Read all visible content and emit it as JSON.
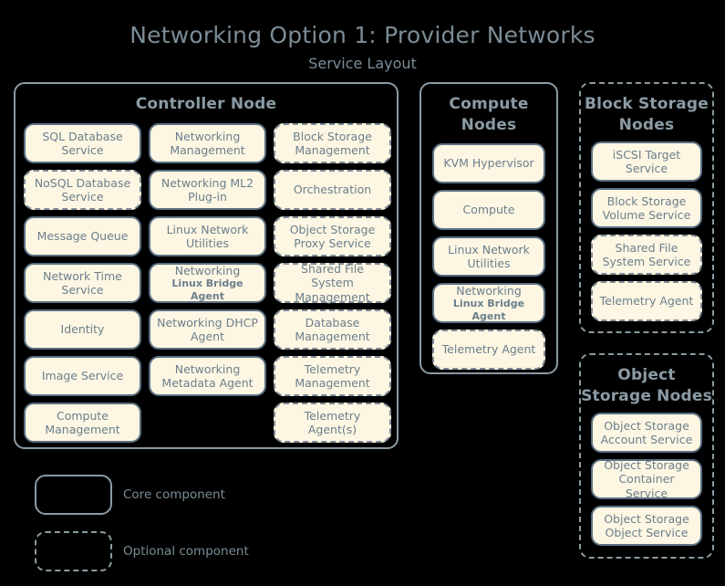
{
  "header": {
    "title": "Networking Option 1: Provider Networks",
    "subtitle": "Service Layout"
  },
  "nodes": {
    "controller": {
      "title": "Controller Node",
      "style": "core",
      "columns": [
        [
          {
            "label": "SQL Database Service",
            "style": "core"
          },
          {
            "label": "NoSQL Database Service",
            "style": "optional"
          },
          {
            "label": "Message Queue",
            "style": "core"
          },
          {
            "label": "Network Time Service",
            "style": "core"
          },
          {
            "label": "Identity",
            "style": "core"
          },
          {
            "label": "Image Service",
            "style": "core"
          },
          {
            "label": "Compute Management",
            "style": "core"
          }
        ],
        [
          {
            "label": "Networking Management",
            "style": "core"
          },
          {
            "label": "Networking ML2 Plug-in",
            "style": "core"
          },
          {
            "label": "Linux Network Utilities",
            "style": "core"
          },
          {
            "label": "Networking",
            "sublabel": "Linux Bridge Agent",
            "style": "core"
          },
          {
            "label": "Networking DHCP Agent",
            "style": "core"
          },
          {
            "label": "Networking Metadata Agent",
            "style": "core"
          }
        ],
        [
          {
            "label": "Block Storage Management",
            "style": "optional"
          },
          {
            "label": "Orchestration",
            "style": "optional"
          },
          {
            "label": "Object Storage Proxy Service",
            "style": "optional"
          },
          {
            "label": "Shared File System Management",
            "style": "optional"
          },
          {
            "label": "Database Management",
            "style": "optional"
          },
          {
            "label": "Telemetry Management",
            "style": "optional"
          },
          {
            "label": "Telemetry Agent(s)",
            "style": "optional"
          }
        ]
      ]
    },
    "compute": {
      "title": "Compute Nodes",
      "style": "core",
      "items": [
        {
          "label": "KVM Hypervisor",
          "style": "core"
        },
        {
          "label": "Compute",
          "style": "core"
        },
        {
          "label": "Linux Network Utilities",
          "style": "core"
        },
        {
          "label": "Networking",
          "sublabel": "Linux Bridge Agent",
          "style": "core"
        },
        {
          "label": "Telemetry Agent",
          "style": "optional"
        }
      ]
    },
    "block_storage": {
      "title": "Block Storage Nodes",
      "style": "optional",
      "items": [
        {
          "label": "iSCSI Target Service",
          "style": "core"
        },
        {
          "label": "Block Storage Volume Service",
          "style": "core"
        },
        {
          "label": "Shared File System Service",
          "style": "optional"
        },
        {
          "label": "Telemetry Agent",
          "style": "optional"
        }
      ]
    },
    "object_storage": {
      "title": "Object Storage Nodes",
      "style": "optional",
      "items": [
        {
          "label": "Object Storage Account Service",
          "style": "core"
        },
        {
          "label": "Object Storage Container Service",
          "style": "core"
        },
        {
          "label": "Object Storage Object Service",
          "style": "core"
        }
      ]
    }
  },
  "legend": [
    {
      "label": "Core component",
      "style": "core"
    },
    {
      "label": "Optional component",
      "style": "optional"
    }
  ],
  "colors": {
    "background": "#000000",
    "box_fill": "#fdf6e3",
    "box_border": "#5b7083",
    "optional_border": "#7d8b95",
    "text": "#6b7f8c",
    "title_text": "#7b8c96",
    "container_border": "#8b9ba4"
  }
}
